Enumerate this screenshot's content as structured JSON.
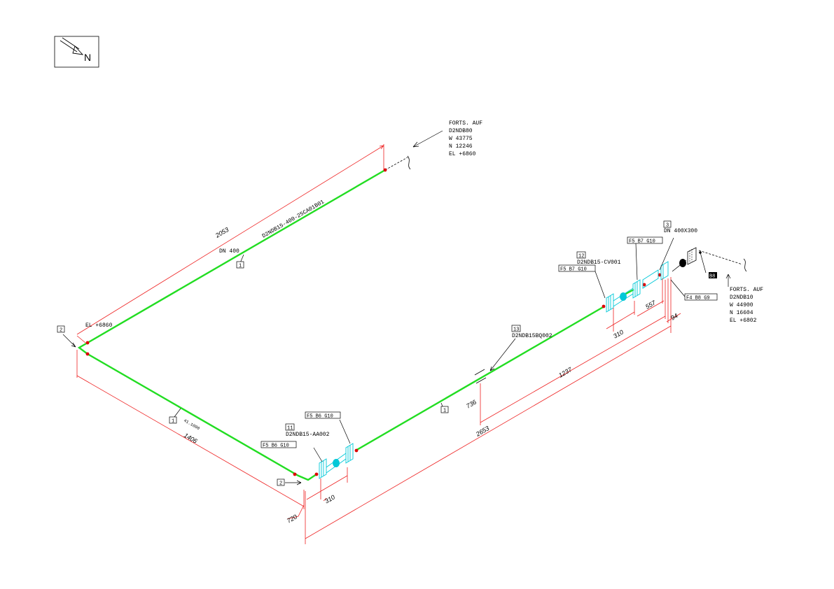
{
  "north_arrow": {
    "label": "N"
  },
  "continuation_top": {
    "line1": "FORTS. AUF",
    "line2": "D2NDB80",
    "line3": "W  43775",
    "line4": "N  12246",
    "line5": "EL  +6860"
  },
  "continuation_right": {
    "line1": "FORTS. AUF",
    "line2": "D2NDB10",
    "line3": "W  44900",
    "line4": "N  16604",
    "line5": "EL  +6802"
  },
  "pipe": {
    "line_id": "D2NDB15-400-25CA01B01",
    "diameter": "DN  400",
    "elevation": "EL  +6860",
    "slope": "41.1000"
  },
  "dimensions": {
    "top_run": "2053",
    "left_run": "1406",
    "bottom_offset": "720",
    "valve_gap_left": "310",
    "total_run": "2653",
    "run_1237": "1237",
    "run_736": "736",
    "valve_gap_right": "310",
    "run_557": "557",
    "run_94": "94"
  },
  "components": {
    "valve_left_tag": "11",
    "valve_left_id": "D2NDB15-AA002",
    "valve_right_tag": "12",
    "valve_right_id": "D2NDB15-CV001",
    "reducer_tag": "3",
    "reducer_size": "DN  400X300",
    "instrument_tag": "13",
    "instrument_id": "D2NDB15BQ002",
    "flange_left_a": "F5  B6  G10",
    "flange_left_b": "F5  B6  G10",
    "flange_right_a": "F5  B7  G10",
    "flange_right_b": "F5  B7  G10",
    "flange_right_c": "F4  B8  G9",
    "support_tag": "B8"
  },
  "item_markers": {
    "pipe_item": "1",
    "elbow_item": "2"
  }
}
